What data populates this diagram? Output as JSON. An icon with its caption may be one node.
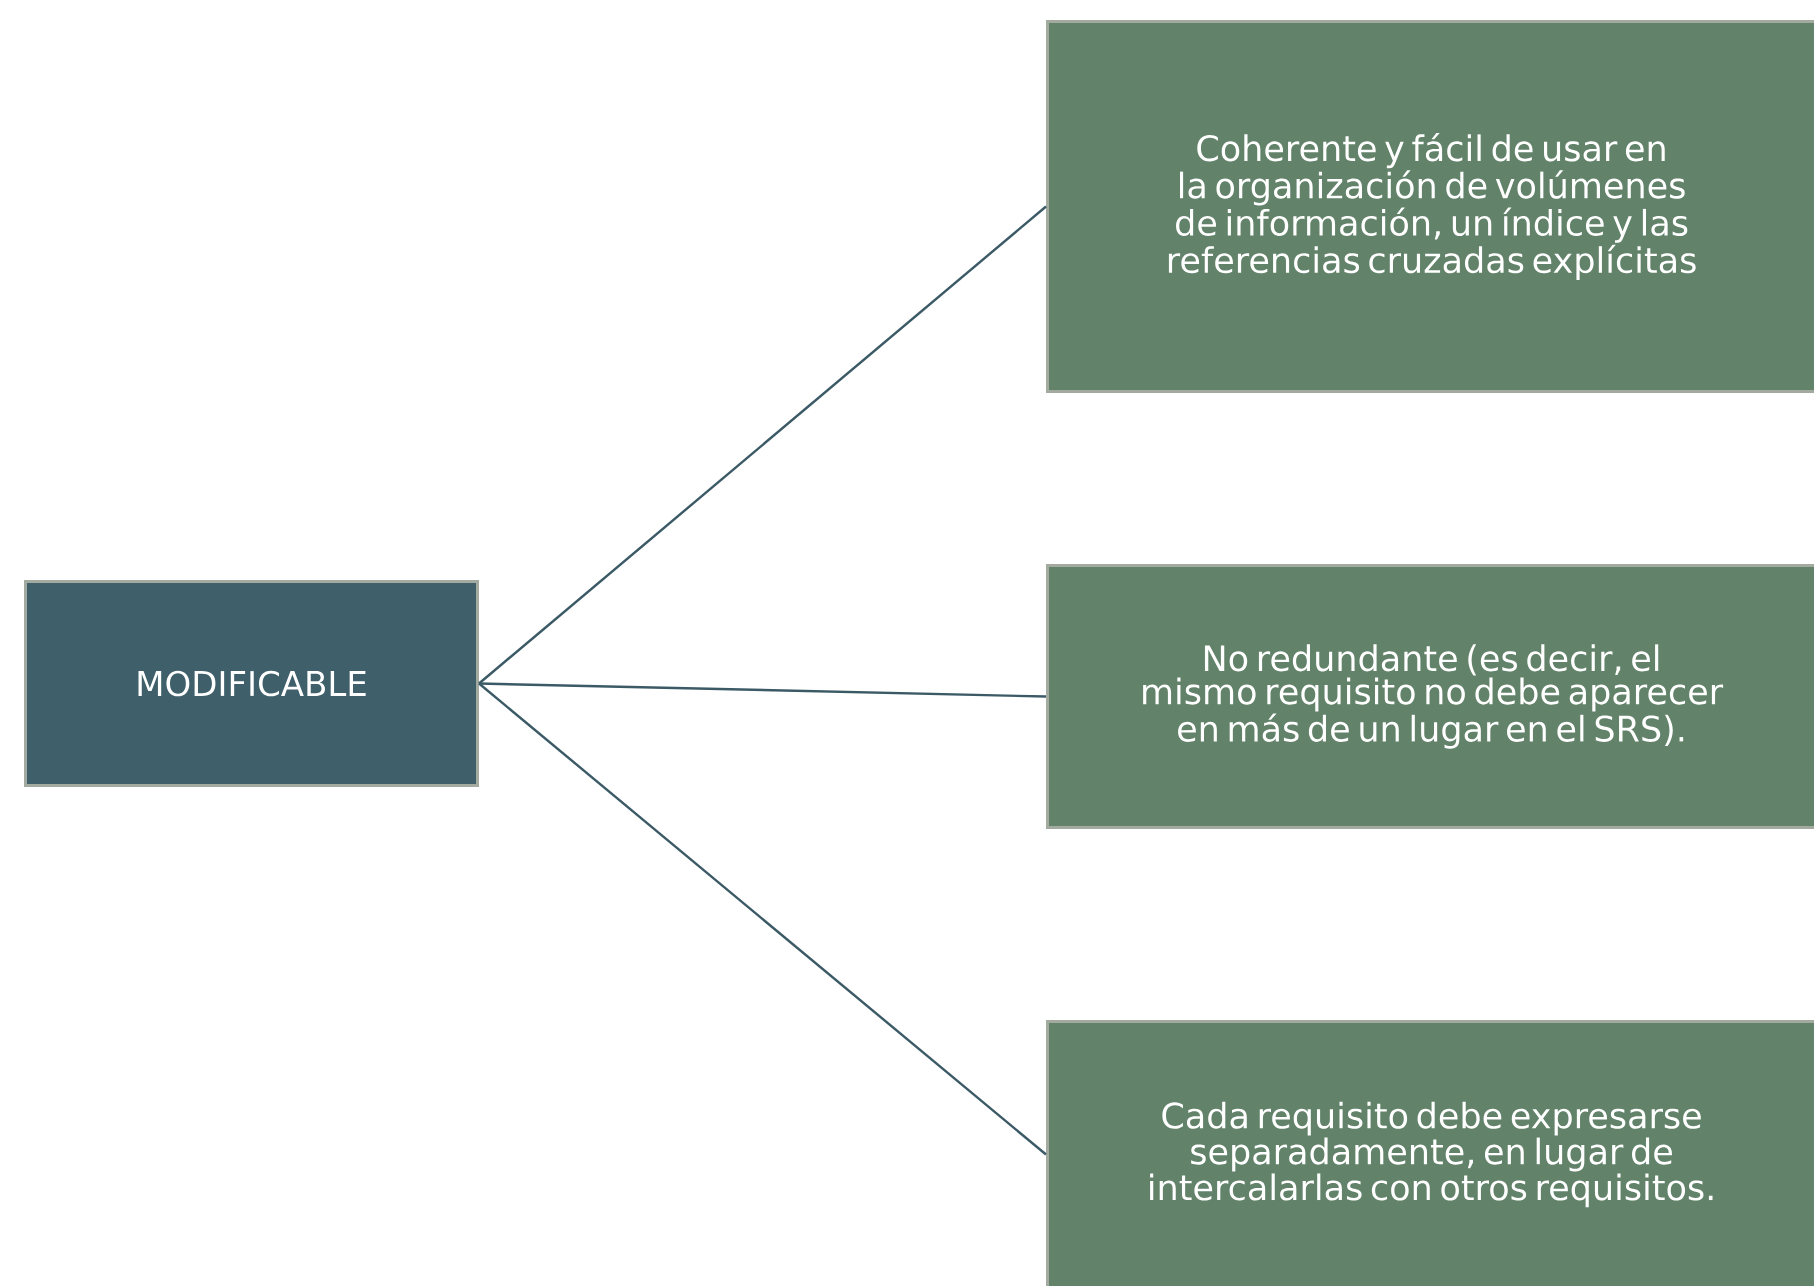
{
  "diagram": {
    "nodes": [
      {
        "text": [
          "MODIFICABLE"
        ]
      },
      {
        "text": [
          "Coherente y fácil de usar en la organización de volúmenes de información, un índice y las referencias cruzadas explícitas"
        ]
      },
      {
        "text": [
          "No redundante (es decir, el mismo requisito no debe aparecer en más de un lugar en el SRS)."
        ]
      },
      {
        "text": [
          "Cada requisito debe expresarse separadamente, en lugar de intercalarlas con otros requisitos."
        ]
      }
    ],
    "edges": [
      {
        "from": 0,
        "to": 1,
        "arrow": "none"
      },
      {
        "from": 0,
        "to": 2,
        "arrow": "none"
      },
      {
        "from": 0,
        "to": 3,
        "arrow": "none"
      }
    ]
  }
}
